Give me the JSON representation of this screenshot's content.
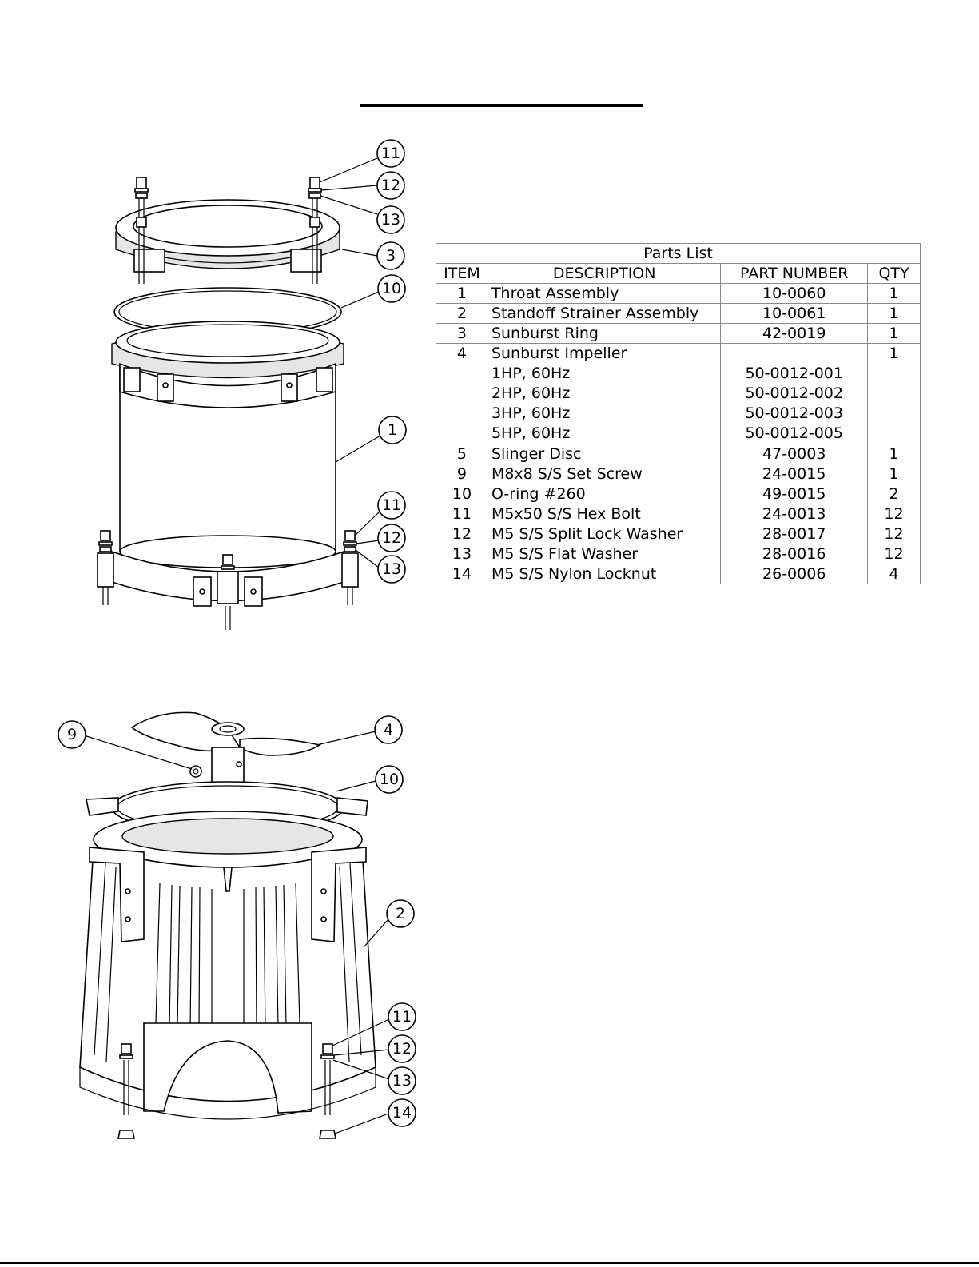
{
  "parts_list": {
    "title": "Parts List",
    "headers": [
      "ITEM",
      "DESCRIPTION",
      "PART NUMBER",
      "QTY"
    ],
    "rows": [
      {
        "item": "1",
        "description": "Throat Assembly",
        "part_number": "10-0060",
        "qty": "1"
      },
      {
        "item": "2",
        "description": "Standoff Strainer Assembly",
        "part_number": "10-0061",
        "qty": "1"
      },
      {
        "item": "3",
        "description": "Sunburst Ring",
        "part_number": "42-0019",
        "qty": "1"
      },
      {
        "item": "4",
        "description": "Sunburst Impeller",
        "part_number": "",
        "qty": "1",
        "variants": [
          {
            "description": "1HP, 60Hz",
            "part_number": "50-0012-001"
          },
          {
            "description": "2HP, 60Hz",
            "part_number": "50-0012-002"
          },
          {
            "description": "3HP, 60Hz",
            "part_number": "50-0012-003"
          },
          {
            "description": "5HP, 60Hz",
            "part_number": "50-0012-005"
          }
        ]
      },
      {
        "item": "5",
        "description": "Slinger Disc",
        "part_number": "47-0003",
        "qty": "1"
      },
      {
        "item": "9",
        "description": "M8x8 S/S Set Screw",
        "part_number": "24-0015",
        "qty": "1"
      },
      {
        "item": "10",
        "description": "O-ring #260",
        "part_number": "49-0015",
        "qty": "2"
      },
      {
        "item": "11",
        "description": "M5x50 S/S Hex Bolt",
        "part_number": "24-0013",
        "qty": "12"
      },
      {
        "item": "12",
        "description": "M5 S/S Split Lock Washer",
        "part_number": "28-0017",
        "qty": "12"
      },
      {
        "item": "13",
        "description": "M5 S/S Flat Washer",
        "part_number": "28-0016",
        "qty": "12"
      },
      {
        "item": "14",
        "description": "M5 S/S Nylon Locknut",
        "part_number": "26-0006",
        "qty": "4"
      }
    ]
  },
  "callouts": {
    "top": [
      "11",
      "12",
      "13",
      "3",
      "10",
      "1",
      "11",
      "12",
      "13"
    ],
    "bottom": [
      "9",
      "4",
      "10",
      "2",
      "11",
      "12",
      "13",
      "14"
    ]
  }
}
